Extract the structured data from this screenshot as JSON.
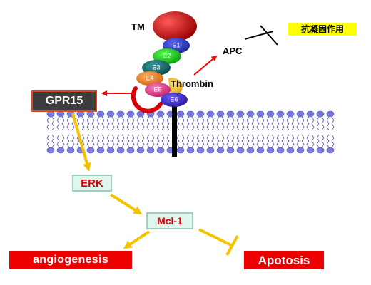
{
  "labels": {
    "tm": "TM",
    "apc": "APC",
    "thrombin": "Thrombin",
    "anticoagulation": "抗凝固作用",
    "gpr15": "GPR15",
    "erk": "ERK",
    "mcl1": "Mcl-1",
    "angiogenesis": "angiogenesis",
    "apoptosis": "Apotosis"
  },
  "domains": [
    "E1",
    "E2",
    "E3",
    "E4",
    "E5",
    "E6"
  ],
  "colors": {
    "arrow_red": "#ff0000",
    "arrow_yellow": "#f5c200",
    "box_red": "#ec0000",
    "box_dark": "#3d3d3d",
    "box_mint": "#dff6ef",
    "lipid_head": "#7b7be0",
    "tm_ball": "#cc0000"
  }
}
